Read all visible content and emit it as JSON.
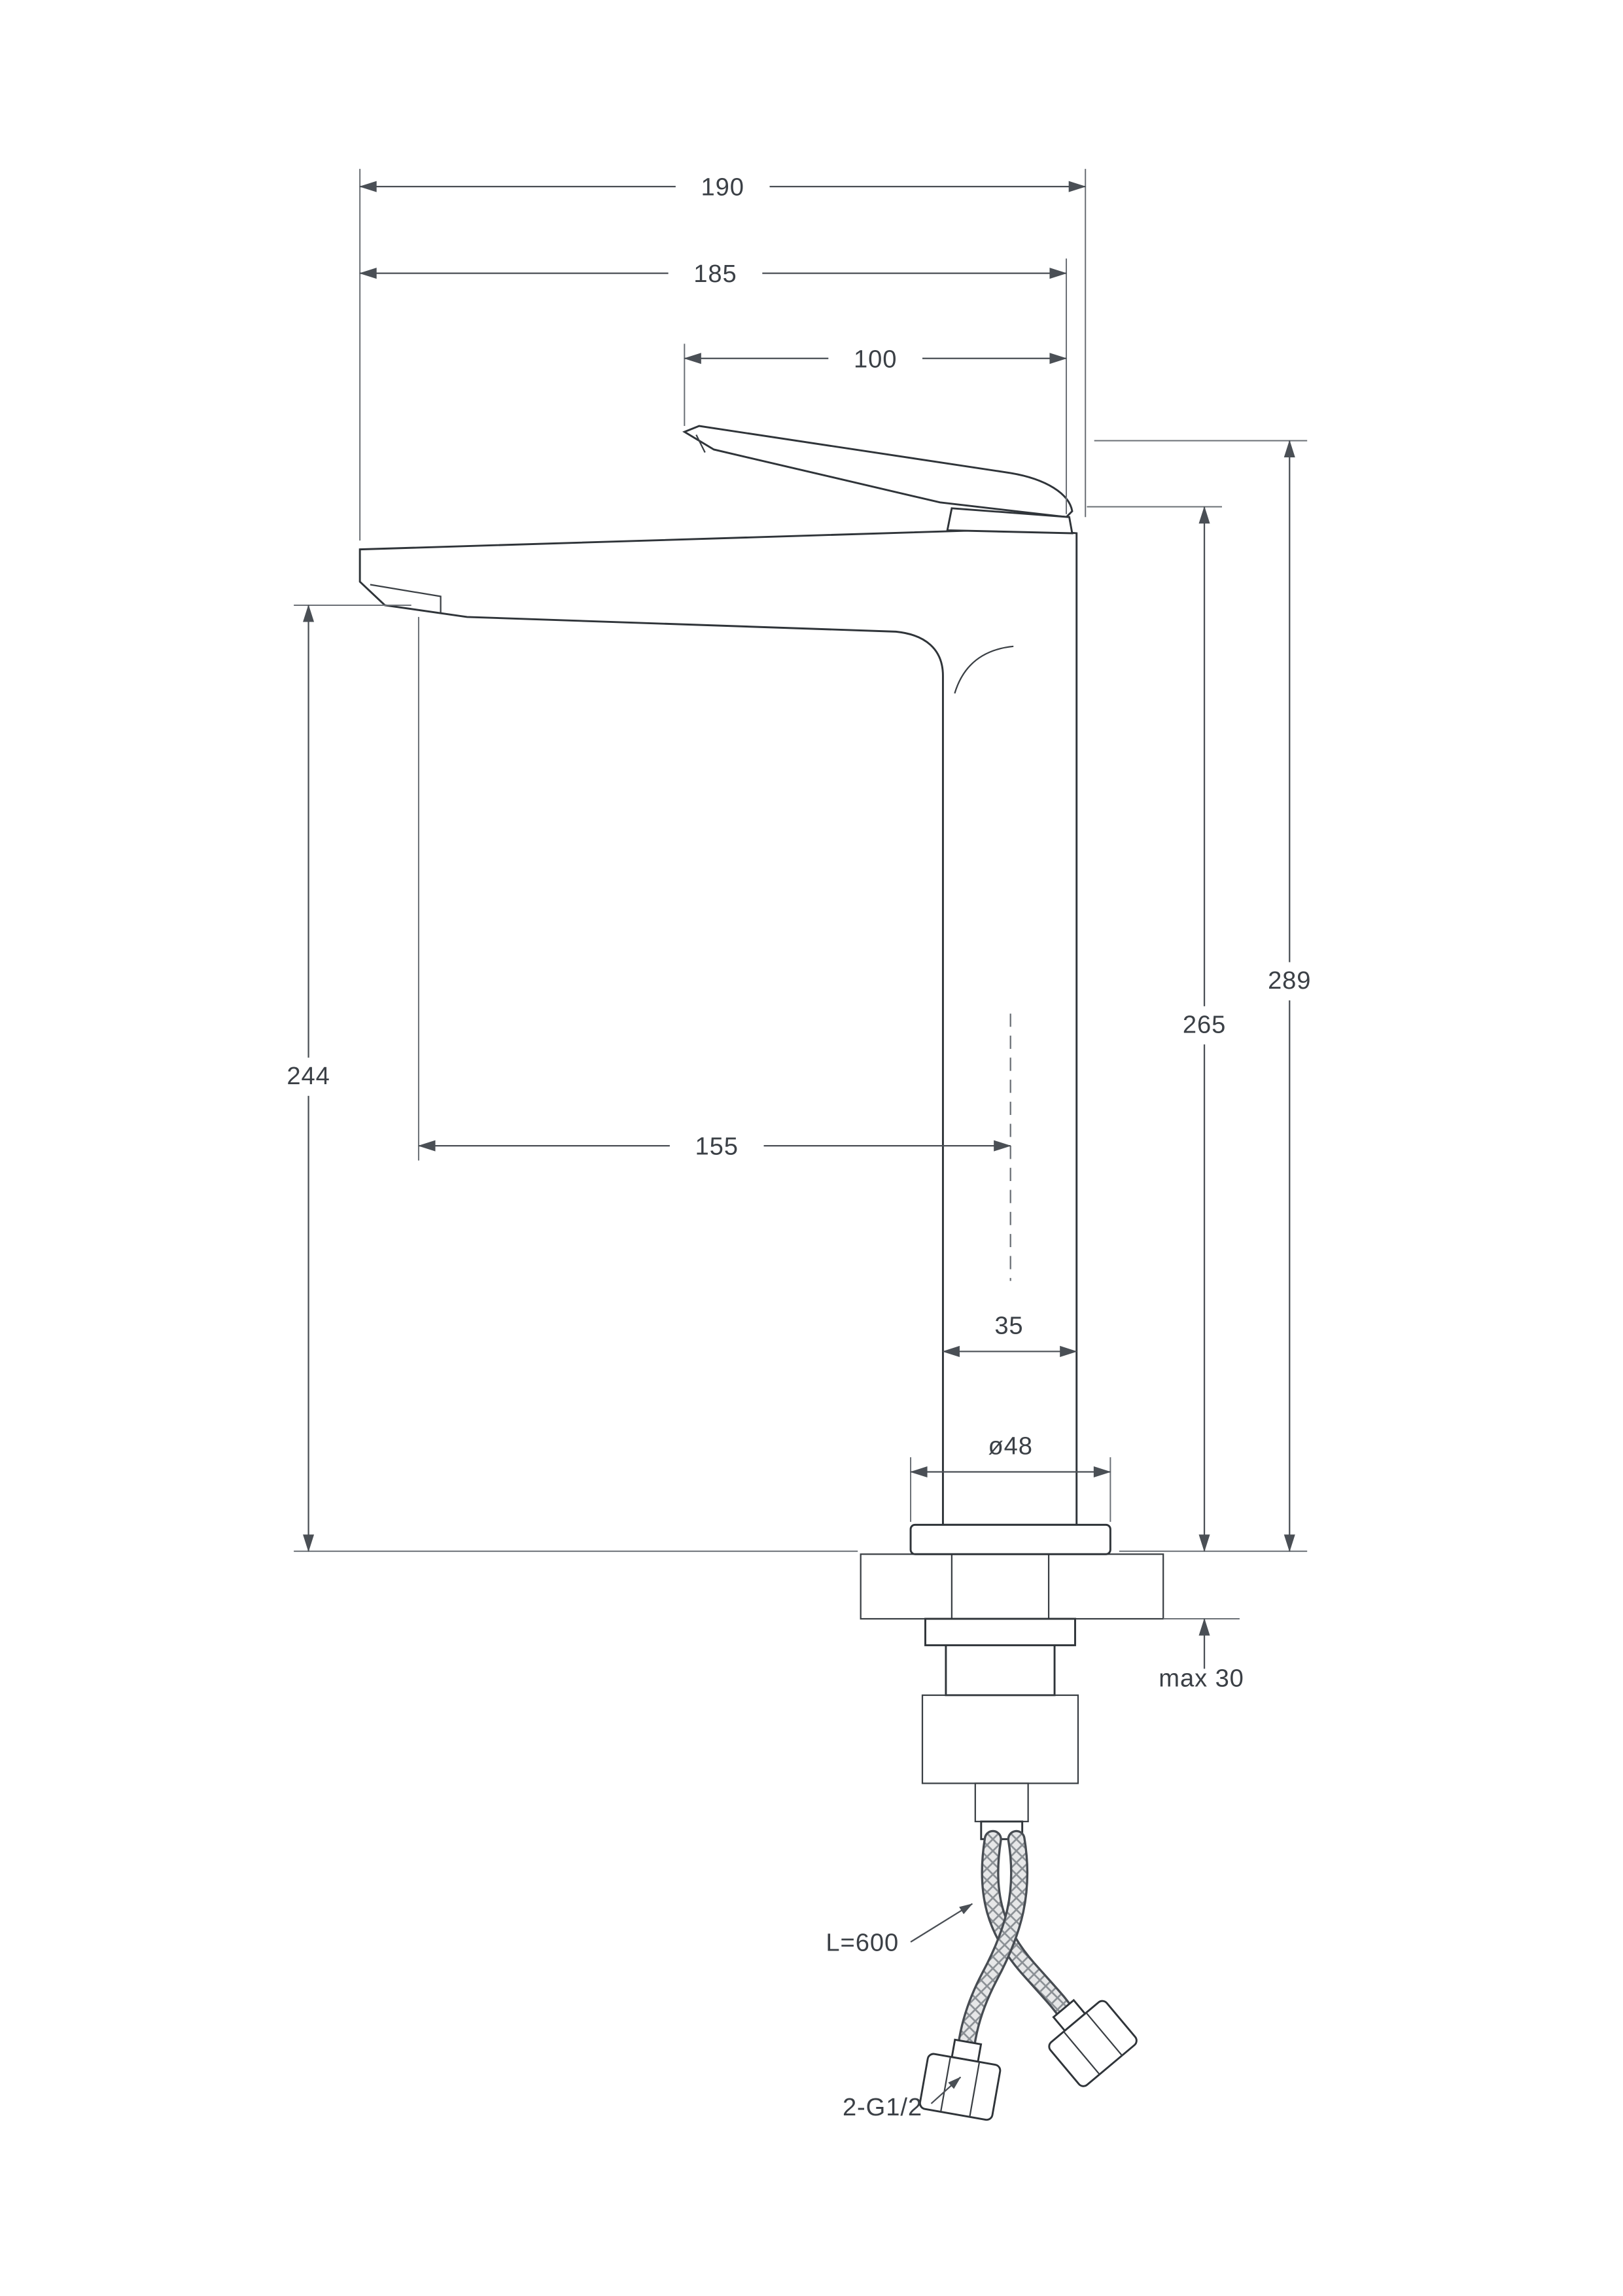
{
  "page": {
    "background": "#ffffff",
    "line_color": "#4a4f55",
    "outline_color": "#2f3439",
    "text_color": "#3b4046"
  },
  "dimensions": {
    "width_total": "190",
    "width_upper": "185",
    "handle_length": "100",
    "height_overall": "289",
    "height_to_handle": "265",
    "height_to_spout": "244",
    "spout_reach": "155",
    "body_width": "35",
    "base_diameter": "ø48",
    "counter_thickness": "max 30",
    "hose_length": "L=600",
    "connection_thread": "2-G1/2"
  }
}
